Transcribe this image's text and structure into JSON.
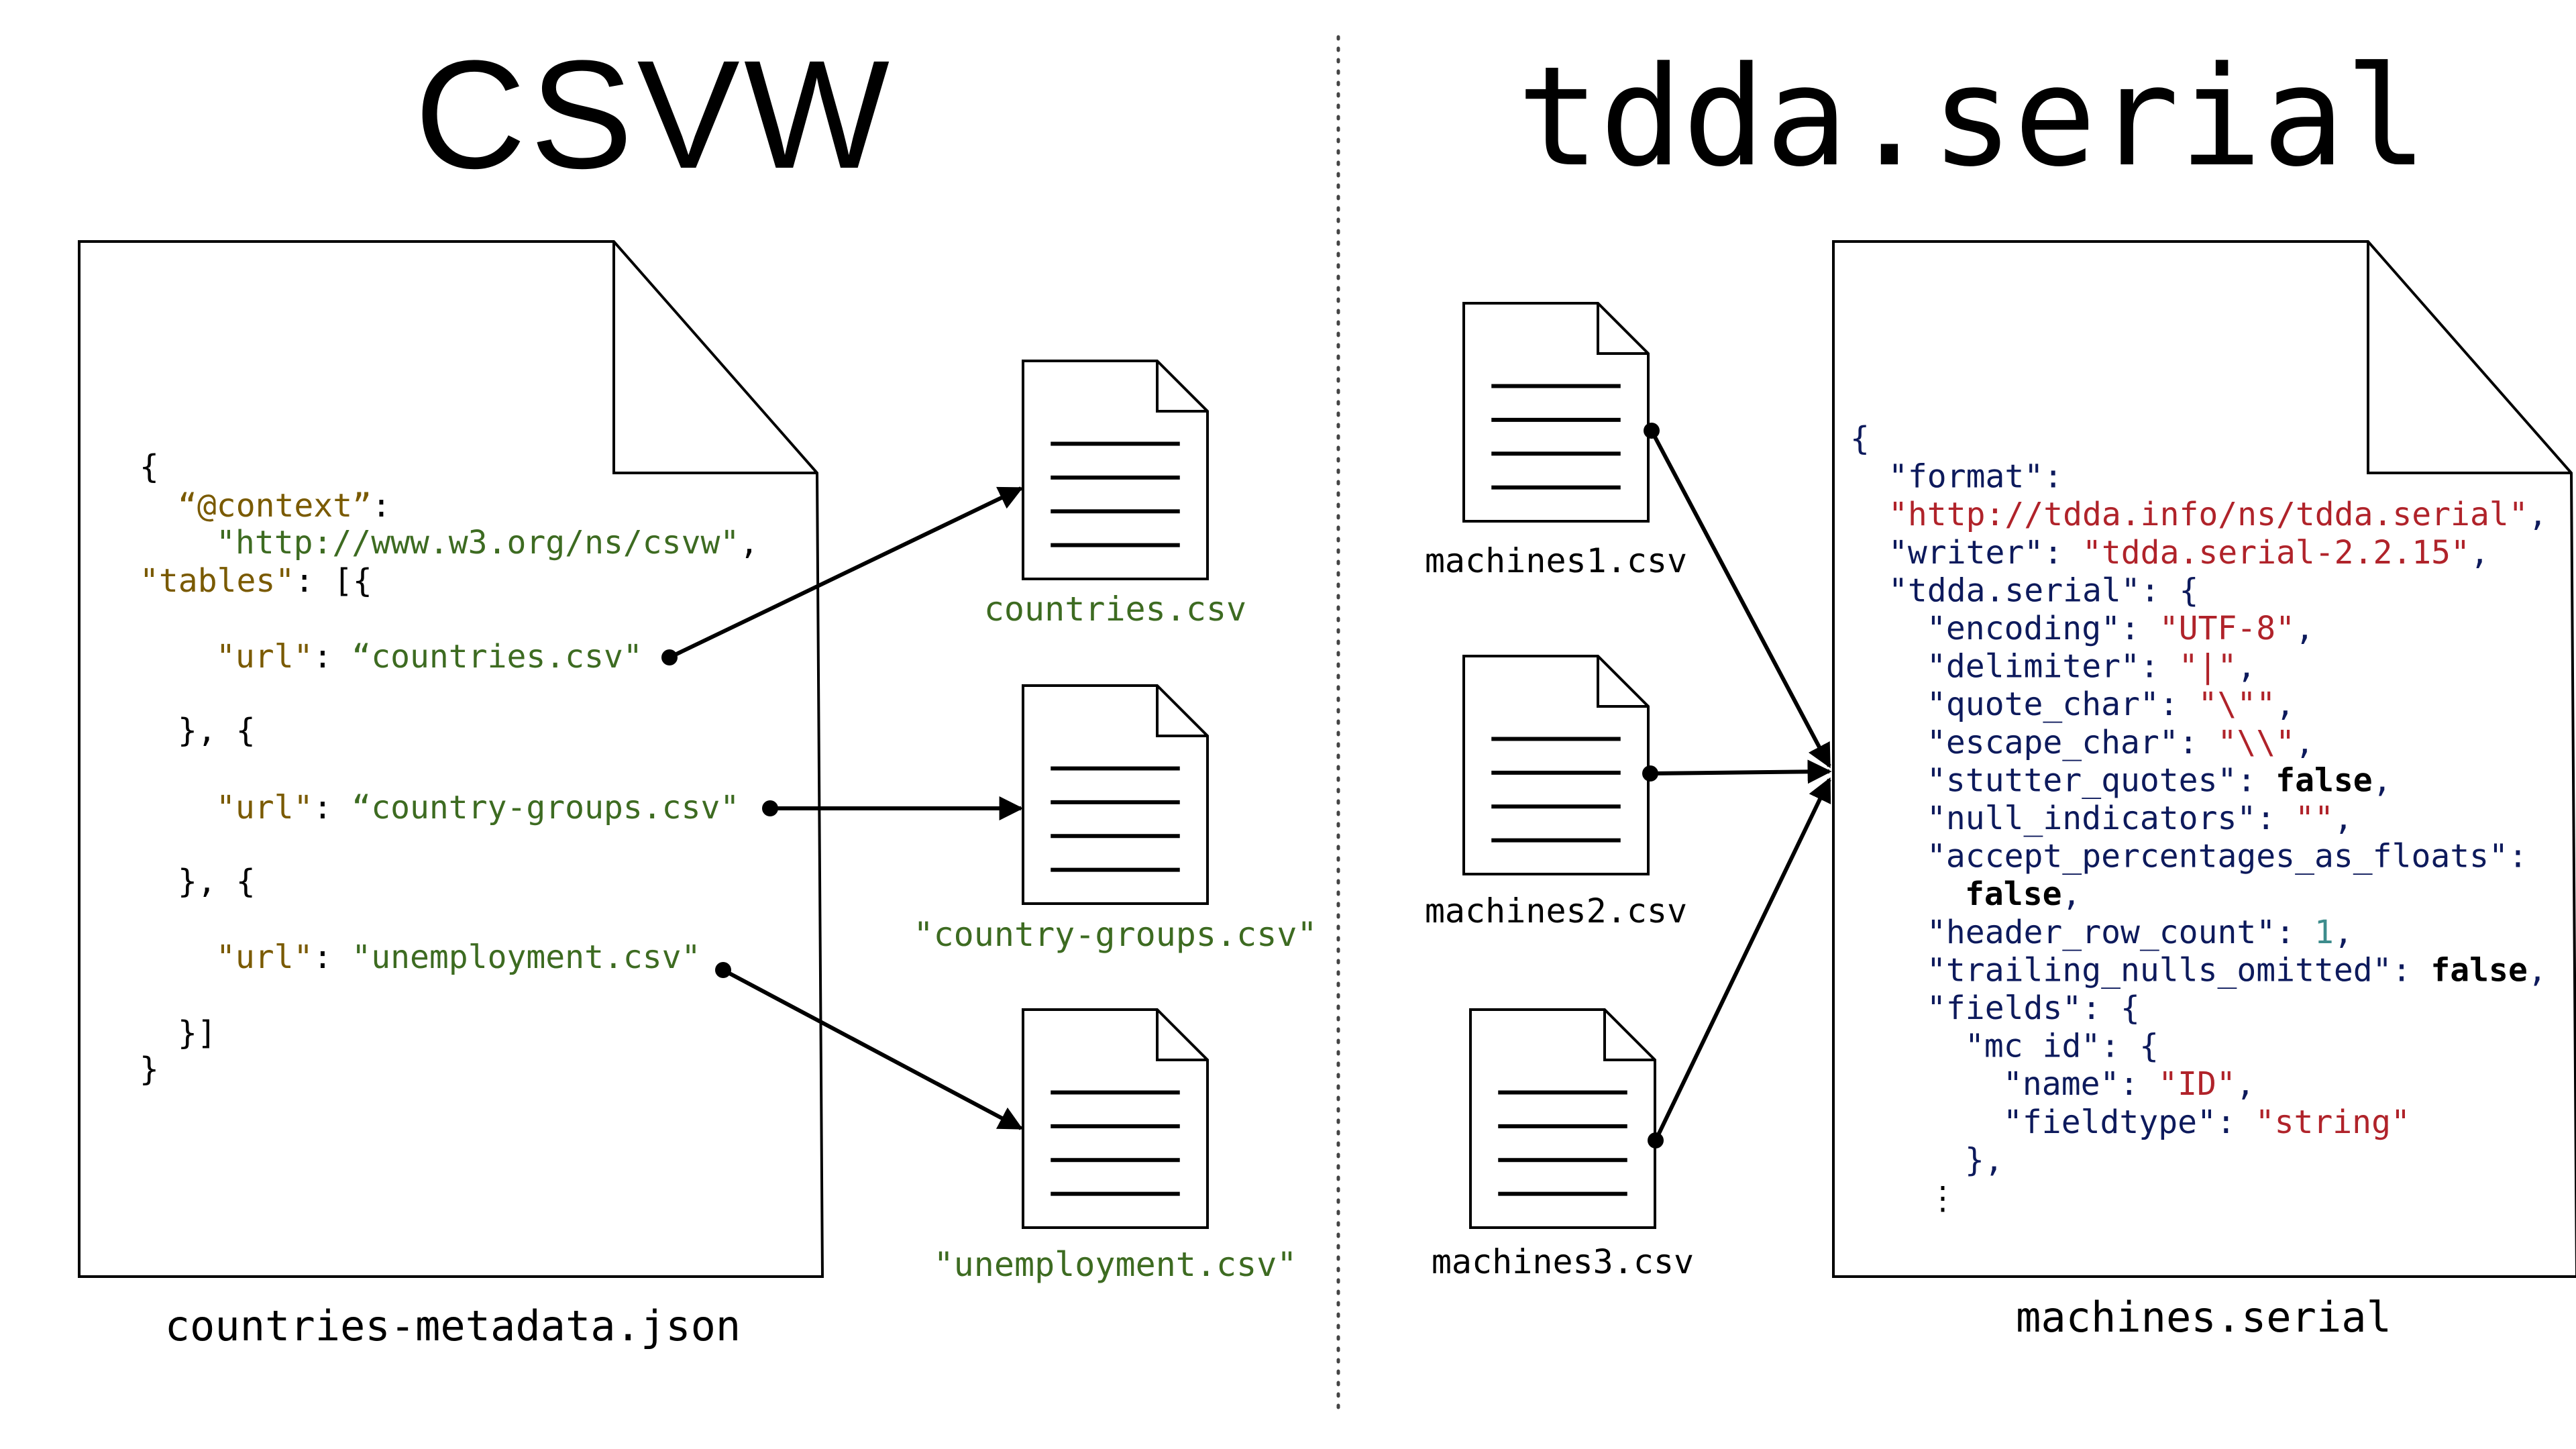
{
  "titles": {
    "left": "CSVW",
    "right": "tdda.serial"
  },
  "colors": {
    "ink": "#000000",
    "key_olive": "#7a5a00",
    "value_green": "#3d6b21",
    "key_navy": "#0d1a5c",
    "value_red": "#b0232a",
    "number_teal": "#3d8c8c",
    "divider": "#444444"
  },
  "left_panel": {
    "main_file_label": "countries-metadata.json",
    "json_lines": [
      {
        "indent": 0,
        "parts": [
          {
            "t": "{",
            "c": "ink"
          }
        ]
      },
      {
        "indent": 1,
        "parts": [
          {
            "t": "“@context”",
            "c": "key_olive"
          },
          {
            "t": ":",
            "c": "ink"
          }
        ]
      },
      {
        "indent": 2,
        "parts": [
          {
            "t": "\"http://www.w3.org/ns/csvw\"",
            "c": "value_green"
          },
          {
            "t": ",",
            "c": "ink"
          }
        ]
      },
      {
        "indent": 0,
        "parts": [
          {
            "t": "\"tables\"",
            "c": "key_olive"
          },
          {
            "t": ": [{",
            "c": "ink"
          }
        ]
      },
      {
        "indent": 2,
        "parts": [
          {
            "t": "\"url\"",
            "c": "key_olive"
          },
          {
            "t": ": ",
            "c": "ink"
          },
          {
            "t": "“countries.csv\"",
            "c": "value_green"
          }
        ]
      },
      {
        "indent": 1,
        "parts": [
          {
            "t": "}, {",
            "c": "ink"
          }
        ]
      },
      {
        "indent": 2,
        "parts": [
          {
            "t": "\"url\"",
            "c": "key_olive"
          },
          {
            "t": ": ",
            "c": "ink"
          },
          {
            "t": "“country-groups.csv\"",
            "c": "value_green"
          }
        ]
      },
      {
        "indent": 1,
        "parts": [
          {
            "t": "}, {",
            "c": "ink"
          }
        ]
      },
      {
        "indent": 2,
        "parts": [
          {
            "t": "\"url\"",
            "c": "key_olive"
          },
          {
            "t": ": ",
            "c": "ink"
          },
          {
            "t": "\"unemployment.csv\"",
            "c": "value_green"
          }
        ]
      },
      {
        "indent": 1,
        "parts": [
          {
            "t": "}]",
            "c": "ink"
          }
        ]
      },
      {
        "indent": 0,
        "parts": [
          {
            "t": "}",
            "c": "ink"
          }
        ]
      }
    ],
    "csv_files": [
      {
        "label": "countries.csv"
      },
      {
        "label": "\"country-groups.csv\""
      },
      {
        "label": "\"unemployment.csv\""
      }
    ]
  },
  "right_panel": {
    "main_file_label": "machines.serial",
    "csv_files": [
      {
        "label": "machines1.csv"
      },
      {
        "label": "machines2.csv"
      },
      {
        "label": "machines3.csv"
      }
    ],
    "json_lines": [
      {
        "indent": 0,
        "parts": [
          {
            "t": "{",
            "c": "key_navy"
          }
        ]
      },
      {
        "indent": 1,
        "parts": [
          {
            "t": "\"format\"",
            "c": "key_navy"
          },
          {
            "t": ":",
            "c": "key_navy"
          }
        ]
      },
      {
        "indent": 1,
        "parts": [
          {
            "t": "\"http://tdda.info/ns/tdda.serial\"",
            "c": "value_red"
          },
          {
            "t": ",",
            "c": "key_navy"
          }
        ]
      },
      {
        "indent": 1,
        "parts": [
          {
            "t": "\"writer\"",
            "c": "key_navy"
          },
          {
            "t": ": ",
            "c": "key_navy"
          },
          {
            "t": "\"tdda.serial-2.2.15\"",
            "c": "value_red"
          },
          {
            "t": ",",
            "c": "key_navy"
          }
        ]
      },
      {
        "indent": 1,
        "parts": [
          {
            "t": "\"tdda.serial\"",
            "c": "key_navy"
          },
          {
            "t": ": {",
            "c": "key_navy"
          }
        ]
      },
      {
        "indent": 2,
        "parts": [
          {
            "t": "\"encoding\"",
            "c": "key_navy"
          },
          {
            "t": ": ",
            "c": "key_navy"
          },
          {
            "t": "\"UTF-8\"",
            "c": "value_red"
          },
          {
            "t": ",",
            "c": "key_navy"
          }
        ]
      },
      {
        "indent": 2,
        "parts": [
          {
            "t": "\"delimiter\"",
            "c": "key_navy"
          },
          {
            "t": ": ",
            "c": "key_navy"
          },
          {
            "t": "\"|\"",
            "c": "value_red"
          },
          {
            "t": ",",
            "c": "key_navy"
          }
        ]
      },
      {
        "indent": 2,
        "parts": [
          {
            "t": "\"quote_char\"",
            "c": "key_navy"
          },
          {
            "t": ": ",
            "c": "key_navy"
          },
          {
            "t": "\"\\\"\"",
            "c": "value_red"
          },
          {
            "t": ",",
            "c": "key_navy"
          }
        ]
      },
      {
        "indent": 2,
        "parts": [
          {
            "t": "\"escape_char\"",
            "c": "key_navy"
          },
          {
            "t": ": ",
            "c": "key_navy"
          },
          {
            "t": "\"\\\\\"",
            "c": "value_red"
          },
          {
            "t": ",",
            "c": "key_navy"
          }
        ]
      },
      {
        "indent": 2,
        "parts": [
          {
            "t": "\"stutter_quotes\"",
            "c": "key_navy"
          },
          {
            "t": ": ",
            "c": "key_navy"
          },
          {
            "t": "false",
            "c": "ink",
            "b": true
          },
          {
            "t": ",",
            "c": "key_navy"
          }
        ]
      },
      {
        "indent": 2,
        "parts": [
          {
            "t": "\"null_indicators\"",
            "c": "key_navy"
          },
          {
            "t": ": ",
            "c": "key_navy"
          },
          {
            "t": "\"\"",
            "c": "value_red"
          },
          {
            "t": ",",
            "c": "key_navy"
          }
        ]
      },
      {
        "indent": 2,
        "parts": [
          {
            "t": "\"accept_percentages_as_floats\"",
            "c": "key_navy"
          },
          {
            "t": ":",
            "c": "key_navy"
          }
        ]
      },
      {
        "indent": 3,
        "parts": [
          {
            "t": "false",
            "c": "ink",
            "b": true
          },
          {
            "t": ",",
            "c": "key_navy"
          }
        ]
      },
      {
        "indent": 2,
        "parts": [
          {
            "t": "\"header_row_count\"",
            "c": "key_navy"
          },
          {
            "t": ": ",
            "c": "key_navy"
          },
          {
            "t": "1",
            "c": "number_teal"
          },
          {
            "t": ",",
            "c": "key_navy"
          }
        ]
      },
      {
        "indent": 2,
        "parts": [
          {
            "t": "\"trailing_nulls_omitted\"",
            "c": "key_navy"
          },
          {
            "t": ": ",
            "c": "key_navy"
          },
          {
            "t": "false",
            "c": "ink",
            "b": true
          },
          {
            "t": ",",
            "c": "key_navy"
          }
        ]
      },
      {
        "indent": 2,
        "parts": [
          {
            "t": "\"fields\"",
            "c": "key_navy"
          },
          {
            "t": ": {",
            "c": "key_navy"
          }
        ]
      },
      {
        "indent": 3,
        "parts": [
          {
            "t": "\"mc id\"",
            "c": "key_navy"
          },
          {
            "t": ": {",
            "c": "key_navy"
          }
        ]
      },
      {
        "indent": 4,
        "parts": [
          {
            "t": "\"name\"",
            "c": "key_navy"
          },
          {
            "t": ": ",
            "c": "key_navy"
          },
          {
            "t": "\"ID\"",
            "c": "value_red"
          },
          {
            "t": ",",
            "c": "key_navy"
          }
        ]
      },
      {
        "indent": 4,
        "parts": [
          {
            "t": "\"fieldtype\"",
            "c": "key_navy"
          },
          {
            "t": ": ",
            "c": "key_navy"
          },
          {
            "t": "\"string\"",
            "c": "value_red"
          }
        ]
      },
      {
        "indent": 3,
        "parts": [
          {
            "t": "},",
            "c": "key_navy"
          }
        ]
      },
      {
        "indent": 2,
        "parts": [
          {
            "t": "⋮",
            "c": "ink"
          }
        ]
      }
    ]
  }
}
